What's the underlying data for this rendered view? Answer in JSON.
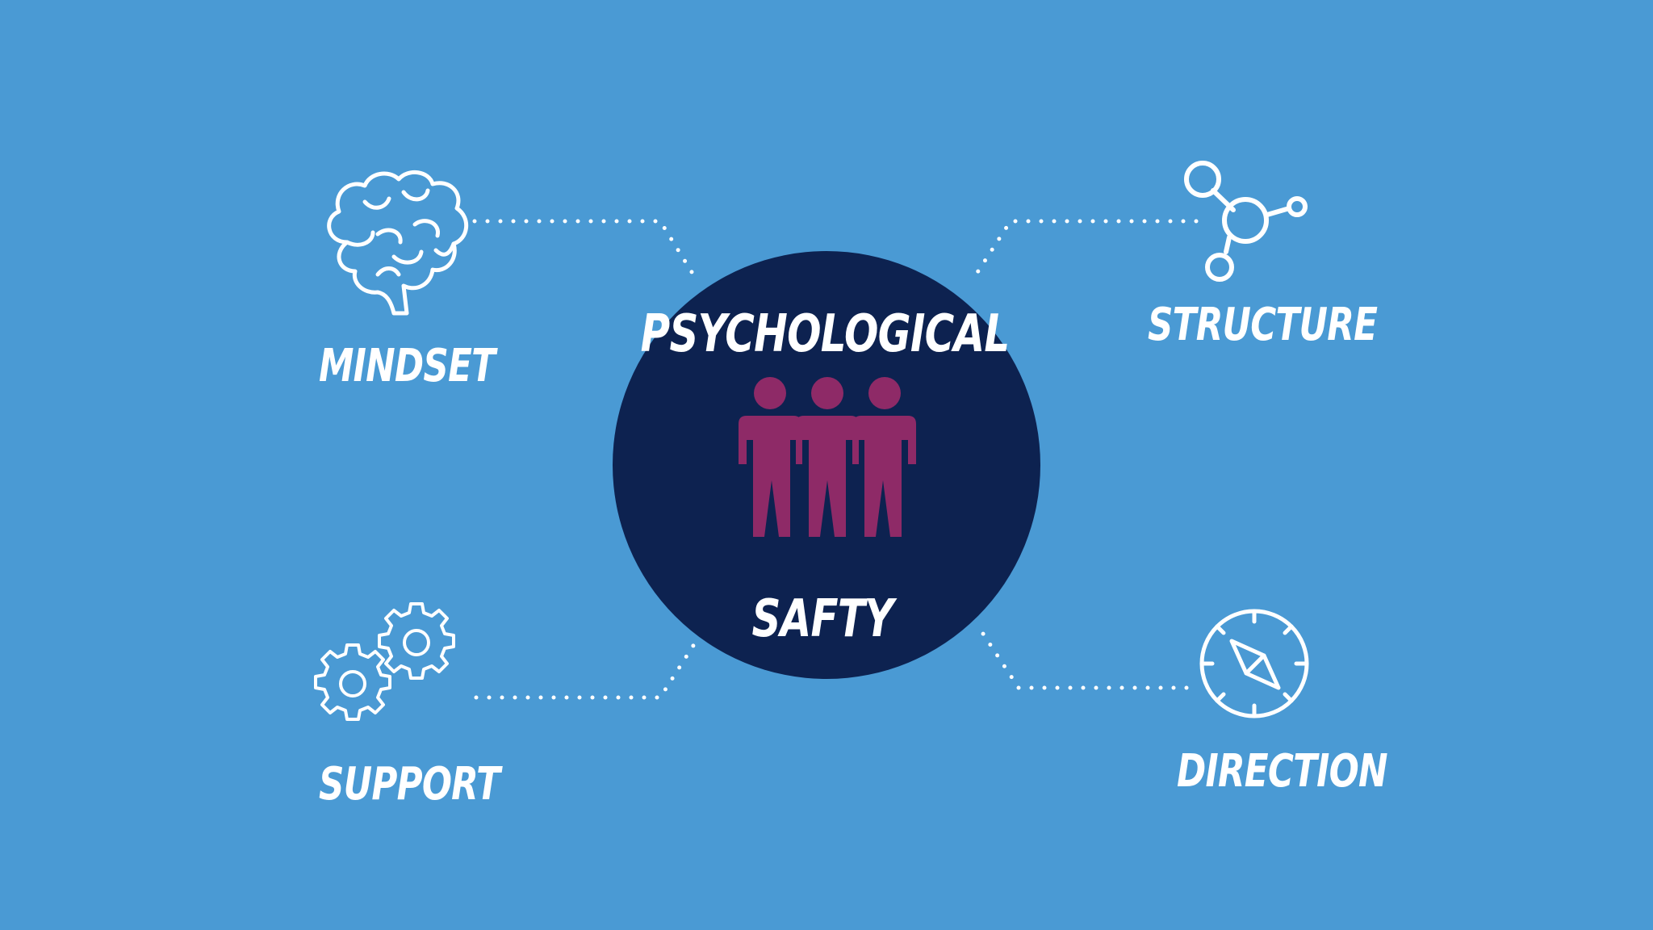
{
  "center": {
    "title_top": "PSYCHOLOGICAL",
    "title_bottom": "SAFTY",
    "icon": "three-people-icon",
    "circle_color": "#0d2250",
    "people_color": "#8e2a67"
  },
  "nodes": {
    "mindset": {
      "label": "MINDSET",
      "icon": "brain-icon"
    },
    "structure": {
      "label": "STRUCTURE",
      "icon": "network-nodes-icon"
    },
    "support": {
      "label": "SUPPORT",
      "icon": "gears-icon"
    },
    "direction": {
      "label": "DIRECTION",
      "icon": "compass-icon"
    }
  },
  "colors": {
    "background": "#4a9ad4",
    "line": "#ffffff"
  }
}
